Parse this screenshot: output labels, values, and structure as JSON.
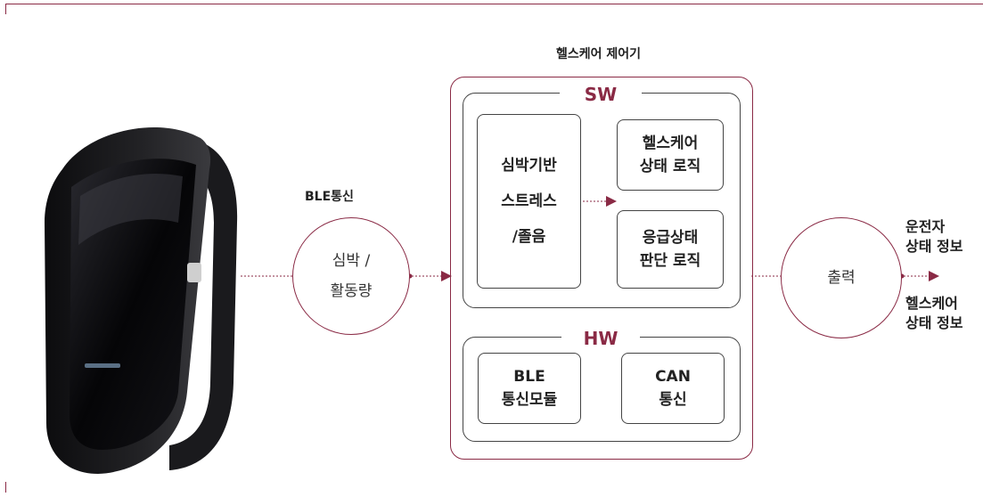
{
  "controller_title": "헬스케어 제어기",
  "sw_title": "SW",
  "hw_title": "HW",
  "stress_box": "심박기반\n\n스트레스\n\n/졸음",
  "health_logic": "헬스케어\n상태 로직",
  "emergency_logic": "응급상태\n판단 로직",
  "ble_module": "BLE\n통신모듈",
  "can_comm": "CAN\n통신",
  "ble_comm_label": "BLE통신",
  "input_circle": "심박 /\n활동량",
  "output_circle": "출력",
  "output_driver": "운전자\n상태 정보",
  "output_health": "헬스케어\n상태 정보",
  "accent_color": "#8a2a45"
}
